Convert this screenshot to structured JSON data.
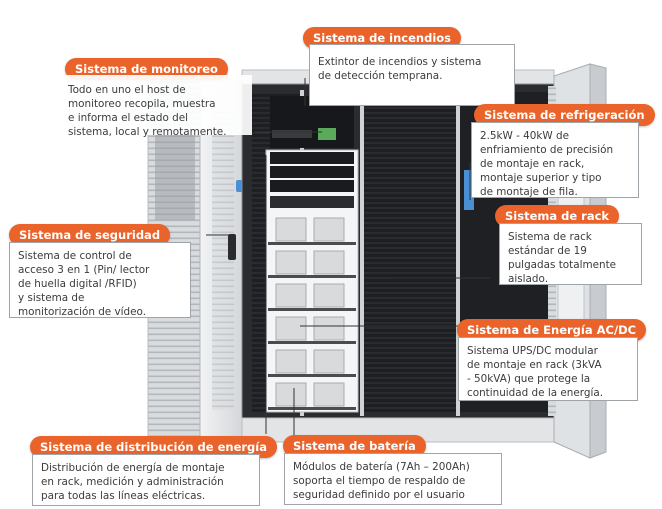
{
  "colors": {
    "accent": "#e9632a",
    "frame": "#cfd2d5",
    "rack": "#222326",
    "box_border": "#9fa4a9",
    "text": "#3b3b3b"
  },
  "callouts": {
    "incendios": {
      "title": "Sistema de incendios",
      "lines": [
        "Extintor de incendios y sistema",
        "de detección temprana."
      ]
    },
    "monitoreo": {
      "title": "Sistema de monitoreo",
      "lines": [
        "Todo en uno el host de",
        "monitoreo recopila, muestra",
        "e informa el estado del",
        "sistema, local y remotamente."
      ]
    },
    "refrigeracion": {
      "title": "Sistema de refrigeración",
      "lines": [
        "2.5kW - 40kW de",
        "enfriamiento de precisión",
        "de montaje en rack,",
        "montaje superior y tipo",
        "de montaje de fila."
      ]
    },
    "rack": {
      "title": "Sistema de rack",
      "lines": [
        "Sistema de rack",
        "estándar de 19",
        "pulgadas totalmente",
        "aislado."
      ]
    },
    "seguridad": {
      "title": "Sistema de seguridad",
      "lines": [
        "Sistema de control de",
        "acceso 3 en 1 (Pin/ lector",
        "de huella digital /RFID)",
        "y sistema de",
        "monitorización de vídeo."
      ]
    },
    "energia_acdc": {
      "title": "Sistema de Energía AC/DC",
      "lines": [
        "Sistema UPS/DC modular",
        "de montaje en rack (3kVA",
        "- 50kVA) que protege la",
        "continuidad de la energía."
      ]
    },
    "distribucion": {
      "title": "Sistema de distribución de energía",
      "lines": [
        "Distribución de energía de montaje",
        "en rack, medición y administración",
        "para todas las líneas eléctricas."
      ]
    },
    "bateria": {
      "title": "Sistema de batería",
      "lines": [
        "Módulos de batería (7Ah – 200Ah)",
        "soporta el tiempo de respaldo de",
        "seguridad definido por el usuario"
      ]
    }
  }
}
